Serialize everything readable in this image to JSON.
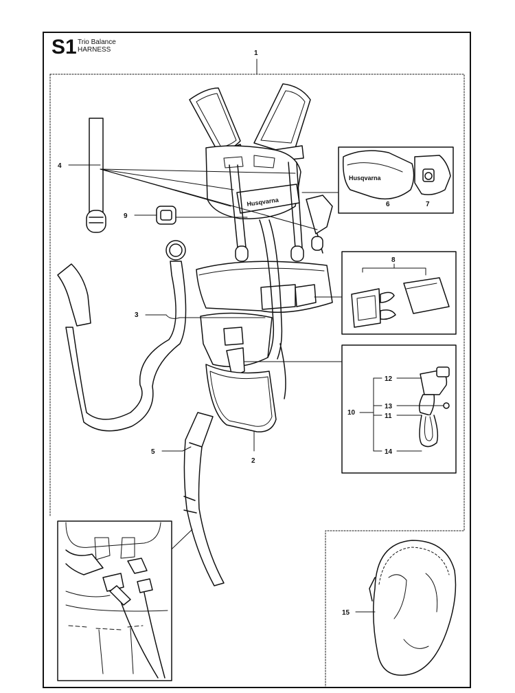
{
  "header": {
    "section_code": "S1",
    "line1": "Trio Balance",
    "line2": "HARNESS"
  },
  "brand": "Husqvarna",
  "callouts": {
    "c1": "1",
    "c2": "2",
    "c3": "3",
    "c4": "4",
    "c5": "5",
    "c6": "6",
    "c7": "7",
    "c8": "8",
    "c9": "9",
    "c10": "10",
    "c11": "11",
    "c12": "12",
    "c13": "13",
    "c14": "14",
    "c15": "15"
  }
}
